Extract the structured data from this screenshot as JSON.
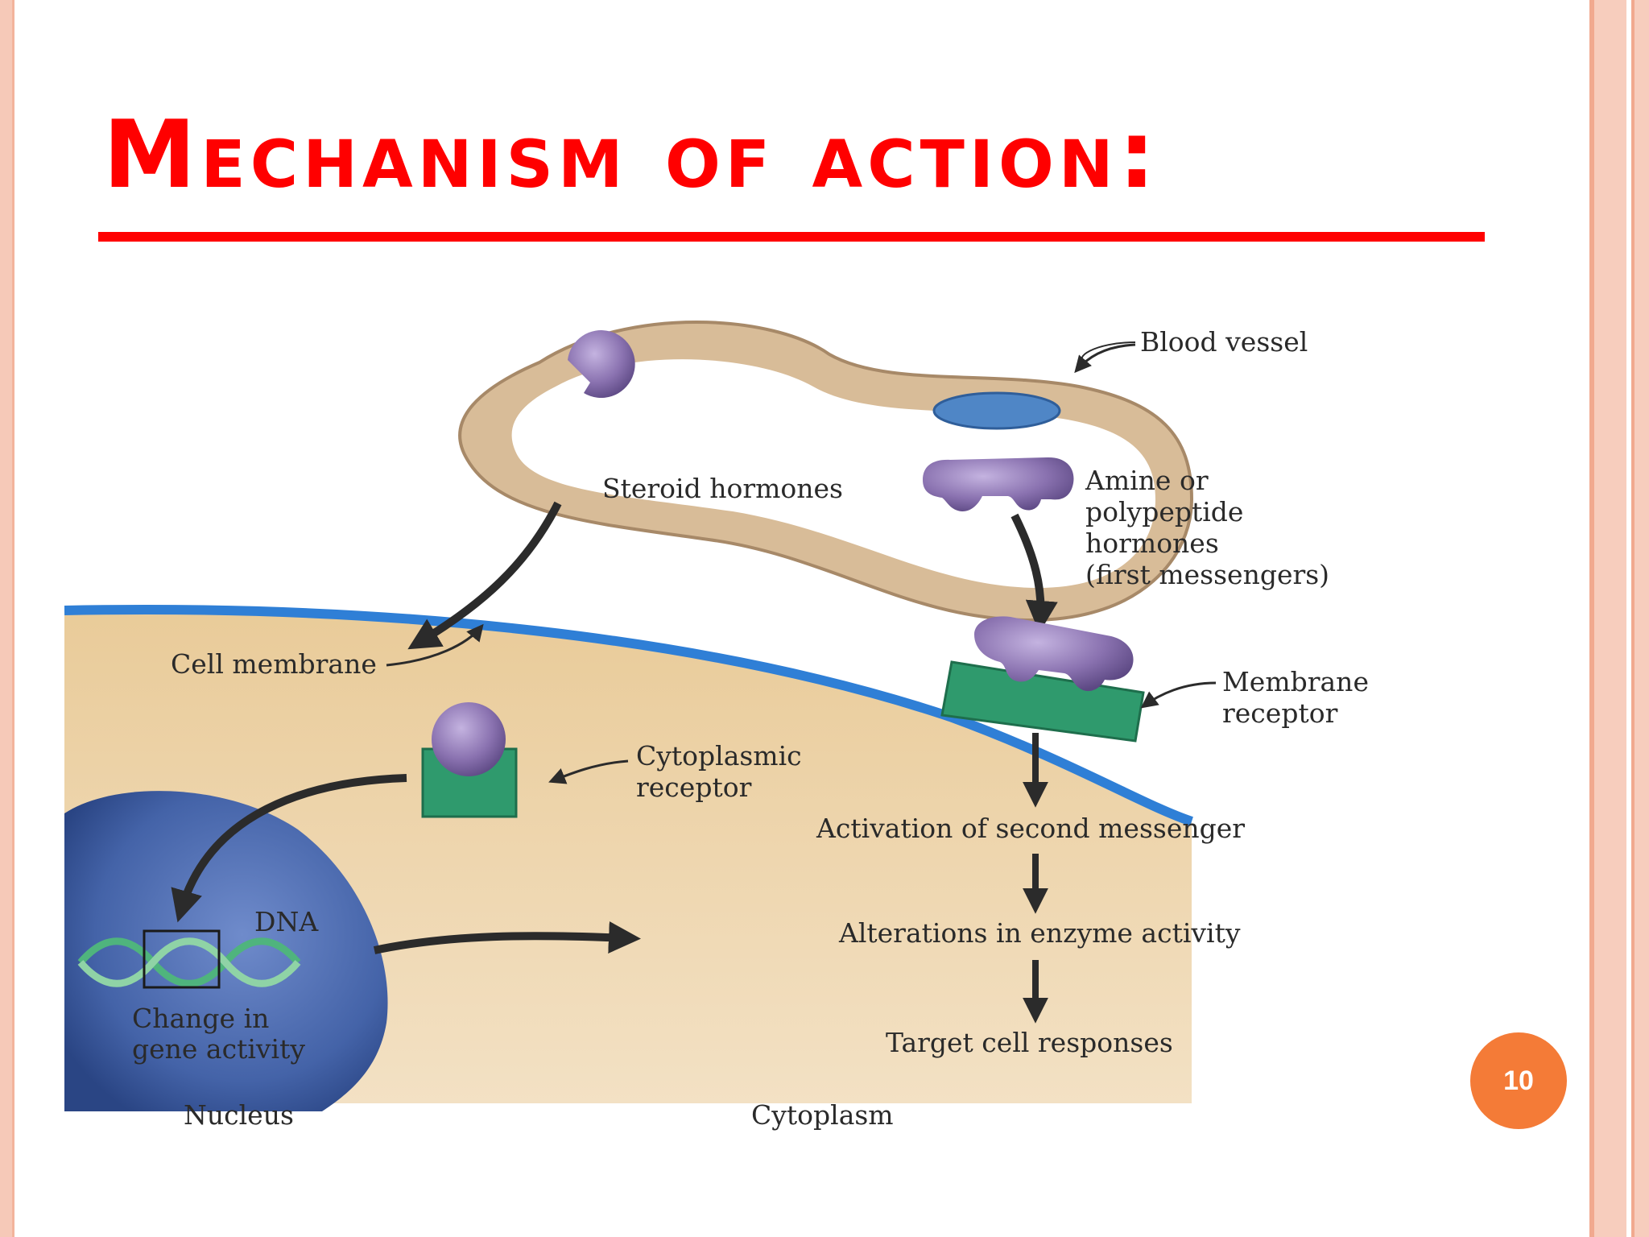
{
  "slide": {
    "title": "Mechanism of action:",
    "page_number": "10"
  },
  "diagram": {
    "labels": {
      "blood_vessel": "Blood vessel",
      "steroid_hormones": "Steroid hormones",
      "amine_line1": "Amine or",
      "amine_line2": "polypeptide",
      "amine_line3": "hormones",
      "amine_line4": "(first messengers)",
      "cell_membrane": "Cell membrane",
      "membrane_receptor_line1": "Membrane",
      "membrane_receptor_line2": "receptor",
      "cytoplasmic_receptor_line1": "Cytoplasmic",
      "cytoplasmic_receptor_line2": "receptor",
      "activation": "Activation of second messenger",
      "dna": "DNA",
      "alterations": "Alterations in enzyme activity",
      "change_line1": "Change in",
      "change_line2": "gene activity",
      "target": "Target cell responses",
      "nucleus": "Nucleus",
      "cytoplasm": "Cytoplasm"
    }
  },
  "colors": {
    "title": "#ff0000",
    "page_badge": "#f47b37",
    "membrane": "#2f7fd6",
    "cytoplasm": "#ecd1a2",
    "nucleus": "#3f5fa4",
    "hormone": "#8a72b0",
    "receptor": "#2f9a6d",
    "blood_vessel": "#d8bc98"
  }
}
